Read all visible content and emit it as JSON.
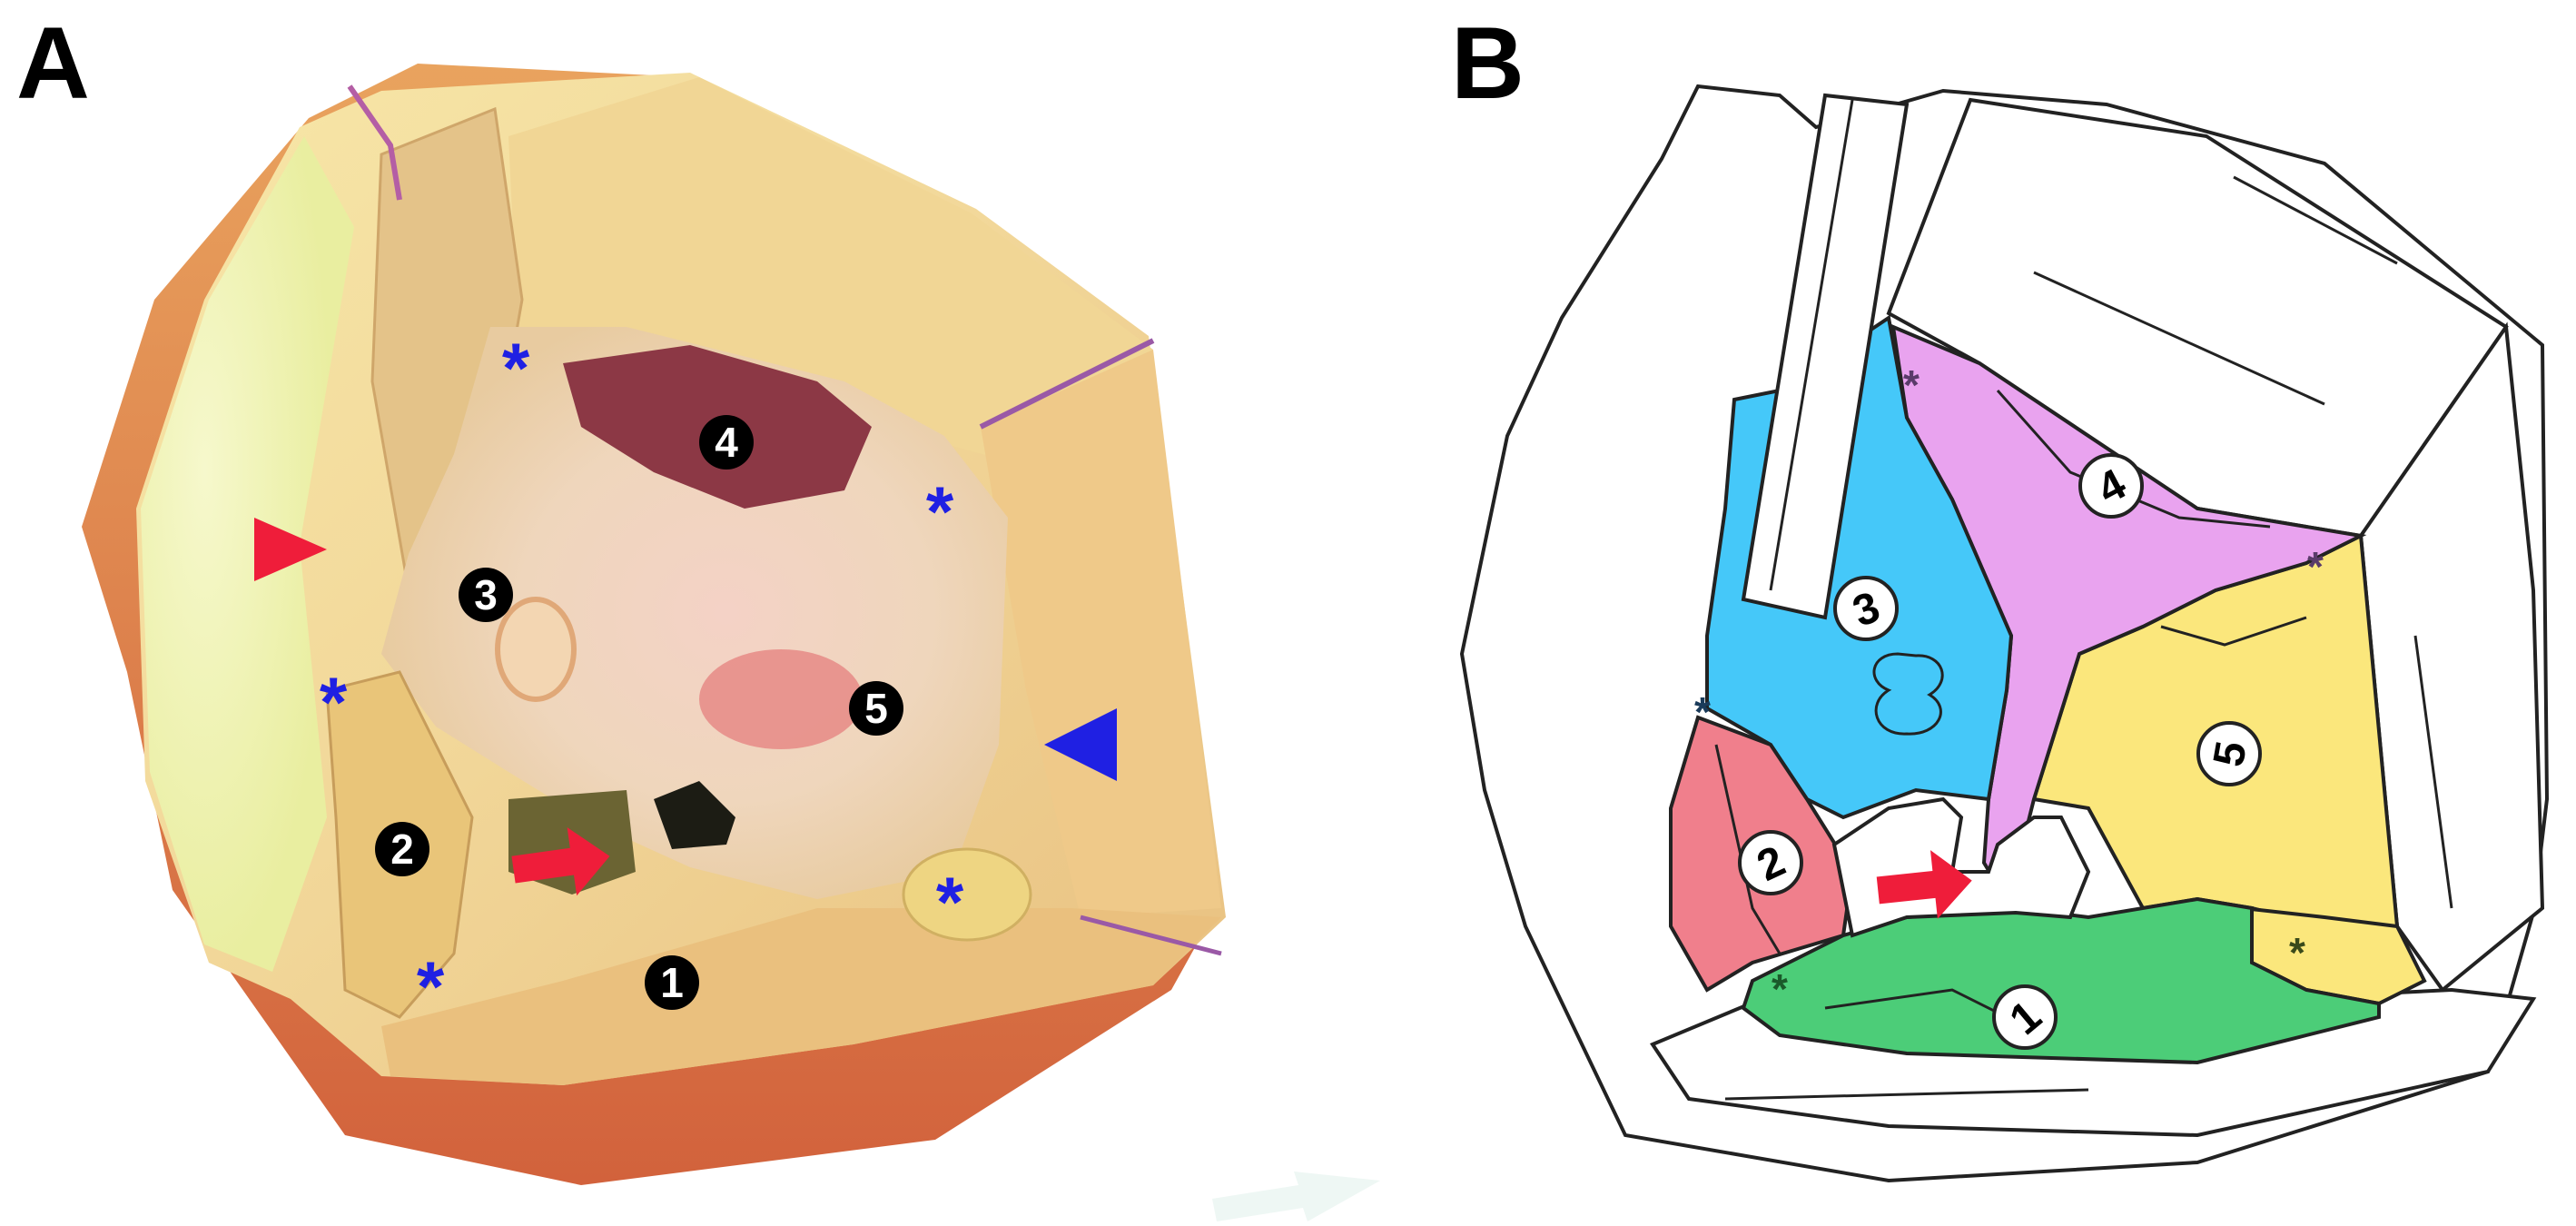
{
  "panels": [
    {
      "letter": "A"
    },
    {
      "letter": "B"
    }
  ],
  "photo_labels": [
    "4",
    "3",
    "5",
    "2",
    "1"
  ],
  "diagram_labels": [
    "4",
    "3",
    "5",
    "2",
    "1"
  ],
  "asterisk": "*",
  "colors": {
    "region_1": "#4ccd78",
    "region_2": "#f07f8c",
    "region_3": "#45c8f9",
    "region_4": "#e9a3ef",
    "region_5": "#fbe77c",
    "star_blue": "#1f20e3",
    "arrow_red": "#ef1d3a",
    "triangle_blue": "#1f20e3"
  }
}
